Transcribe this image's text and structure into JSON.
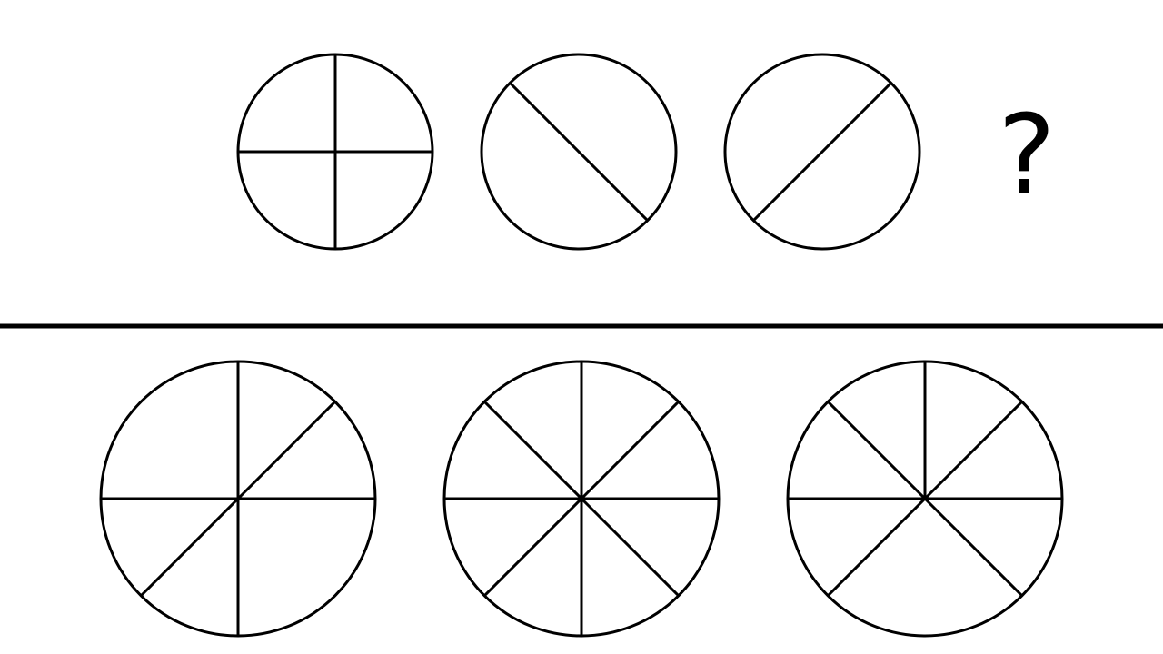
{
  "puzzle": {
    "placeholder": "?",
    "colors": {
      "stroke": "#000000",
      "background": "#ffffff"
    },
    "sequence": [
      {
        "id": "seq-1",
        "segments": [
          "vertical",
          "horizontal"
        ]
      },
      {
        "id": "seq-2",
        "segments": [
          "diagonal-down"
        ]
      },
      {
        "id": "seq-3",
        "segments": [
          "diagonal-up"
        ]
      }
    ],
    "options": [
      {
        "id": "option-1",
        "spokes": [
          0,
          45,
          90,
          180,
          225,
          270
        ]
      },
      {
        "id": "option-2",
        "spokes": [
          0,
          45,
          90,
          135,
          180,
          225,
          270,
          315
        ]
      },
      {
        "id": "option-3",
        "spokes": [
          0,
          45,
          90,
          135,
          225,
          270,
          315
        ]
      }
    ]
  }
}
